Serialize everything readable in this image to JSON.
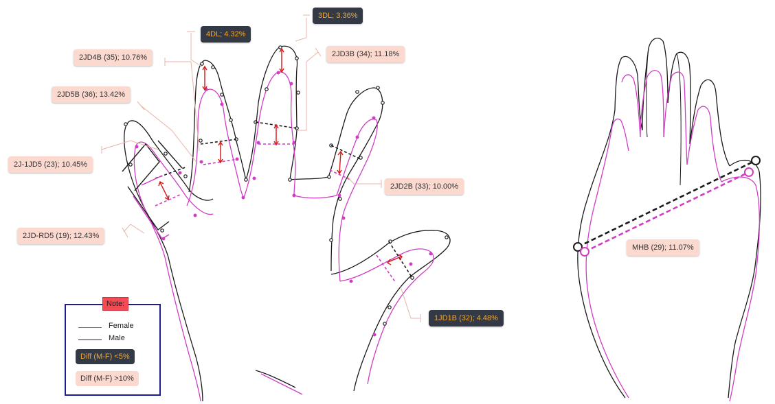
{
  "colors": {
    "female": "#d03cc4",
    "male": "#1a1a1a",
    "arrow": "#d82020",
    "big_diff_bg": "#fcd9cf",
    "small_diff_bg": "#333a45",
    "small_diff_text": "#f2a533",
    "legend_border": "#1b1e8c",
    "note_bg": "#f24b55"
  },
  "labels": {
    "dl3": "3DL; 3.36%",
    "dl4": "4DL; 4.32%",
    "jd4b": "2JD4B (35); 10.76%",
    "jd3b": "2JD3B (34); 11.18%",
    "jd5b": "2JD5B (36); 13.42%",
    "j1jd5": "2J-1JD5 (23); 10.45%",
    "jd2b": "2JD2B (33); 10.00%",
    "jdrd5": "2JD-RD5 (19); 12.43%",
    "jd1b": "1JD1B (32); 4.48%",
    "mhb": "MHB (29); 11.07%"
  },
  "legend": {
    "title": "Note:",
    "female": "Female",
    "male": "Male",
    "small_diff": "Diff (M-F) <5%",
    "big_diff": "Diff (M-F) >10%"
  }
}
